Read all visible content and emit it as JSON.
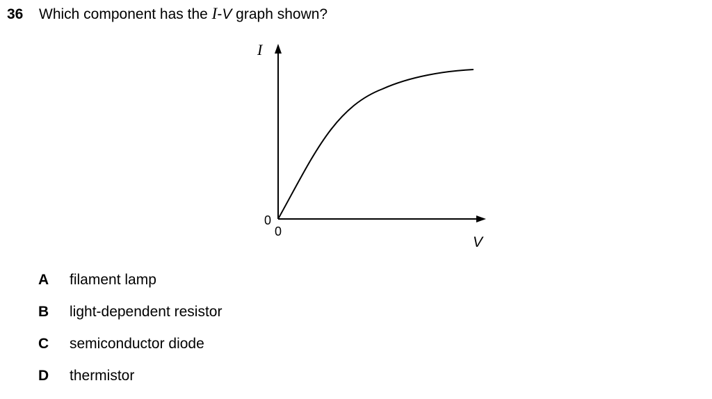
{
  "question": {
    "number": "36",
    "text_before": "Which component has the ",
    "var_i": "I",
    "dash": "-",
    "var_v": "V",
    "text_after": " graph shown?"
  },
  "graph": {
    "y_axis_label": "I",
    "x_axis_label": "V",
    "y_origin_label": "0",
    "x_origin_label": "0"
  },
  "options": [
    {
      "letter": "A",
      "text": "filament lamp"
    },
    {
      "letter": "B",
      "text": "light-dependent resistor"
    },
    {
      "letter": "C",
      "text": "semiconductor diode"
    },
    {
      "letter": "D",
      "text": "thermistor"
    }
  ]
}
